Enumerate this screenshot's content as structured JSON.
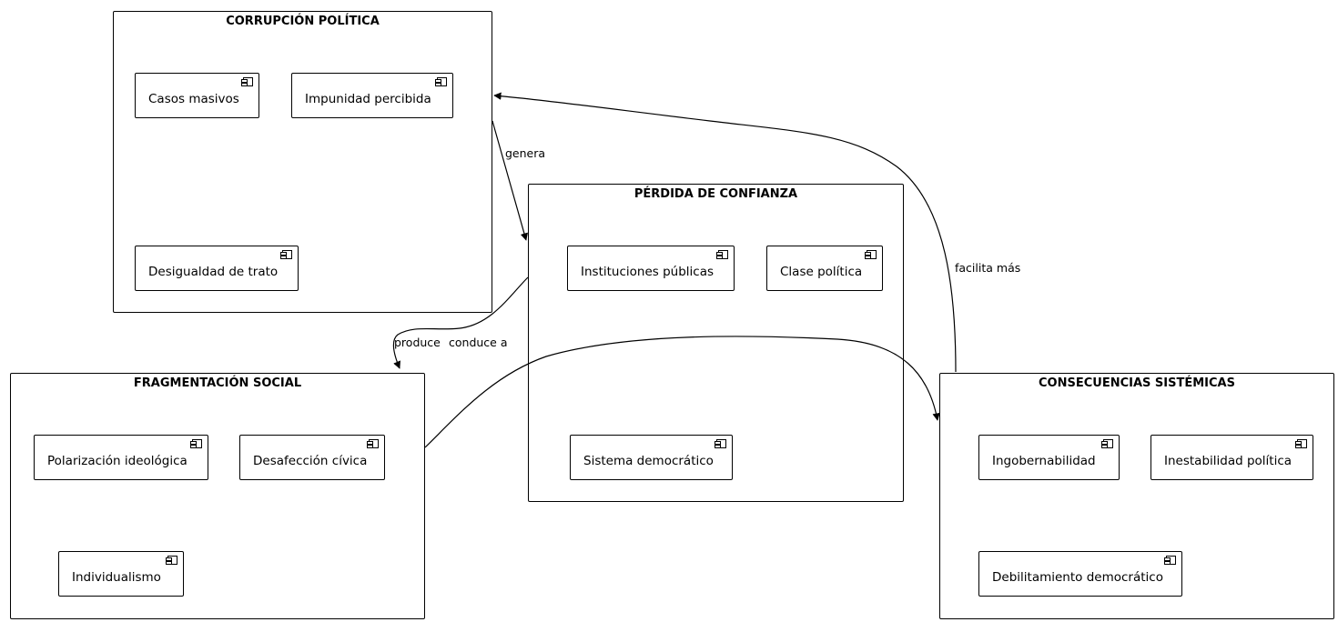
{
  "packages": {
    "corrupcion": {
      "title": "CORRUPCIÓN POLÍTICA",
      "components": [
        "Casos masivos",
        "Impunidad percibida",
        "Desigualdad de trato"
      ]
    },
    "perdida": {
      "title": "PÉRDIDA DE CONFIANZA",
      "components": [
        "Instituciones públicas",
        "Clase política",
        "Sistema democrático"
      ]
    },
    "fragmentacion": {
      "title": "FRAGMENTACIÓN SOCIAL",
      "components": [
        "Polarización ideológica",
        "Desafección cívica",
        "Individualismo"
      ]
    },
    "consecuencias": {
      "title": "CONSECUENCIAS SISTÉMICAS",
      "components": [
        "Ingobernabilidad",
        "Inestabilidad política",
        "Debilitamiento democrático"
      ]
    }
  },
  "edges": {
    "genera": "genera",
    "produce": "produce",
    "conduce_a": "conduce a",
    "facilita_mas": "facilita más"
  }
}
